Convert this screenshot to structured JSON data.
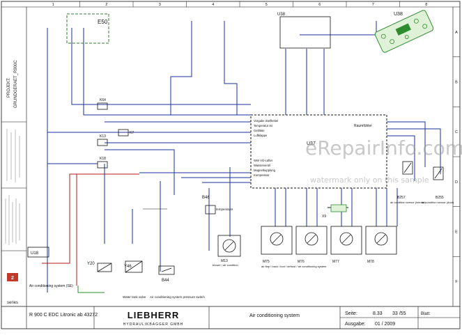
{
  "frame": {
    "columns": [
      "1",
      "2",
      "3",
      "4",
      "5",
      "6",
      "7",
      "8"
    ],
    "rows": [
      "A",
      "B",
      "C",
      "D",
      "E",
      "F"
    ]
  },
  "left_strip": {
    "project_label": "PROJEKT:",
    "project_value": "GRUNDGERAET_R900C",
    "series_label": "series"
  },
  "components": {
    "e50": "E50",
    "u38_box": "U38",
    "u38_ref": "U38",
    "u37": "U37",
    "u18": "U18",
    "raumfuehler": "Raumfühler",
    "k64": "K64",
    "k13": "K13",
    "k18": "K18",
    "k7": "K7",
    "b46": "B46",
    "x9": "X9",
    "y20": "Y20",
    "y46": "Y46",
    "b44": "B44",
    "m13": "M13",
    "m75": "M75",
    "m76": "M76",
    "m77": "M77",
    "m78": "M78",
    "b257": "B257",
    "b255": "B255"
  },
  "u37_inputs": [
    "Vorgabe Stellhebel",
    "Temperatur Ist",
    "Gebläse",
    "Luftklappe",
    "WW VO-Lüfter",
    "Wasserventil",
    "Magnetkupplung",
    "Kompressor"
  ],
  "captions": {
    "ac_system_left": "Air conditioning system (SE)",
    "water_tank": "Water tank valve",
    "pressure_switch": "Air conditioning system pressure switch",
    "m13_caption": "blower / air condition",
    "motors_caption": "air flap / back / foot / defrost / air conditioning system",
    "b257_caption": "air condition sensor (interior)",
    "b255_caption": "air condition sensor (duct)",
    "temp_caption": "temperature"
  },
  "title_block": {
    "model": "R 900 C EDC Litronic ab 43272",
    "brand": "LIEBHERR",
    "brand_sub": "HYDRAULIKBAGGER GMBH",
    "drawing_title": "Air conditioning system",
    "seite_label": "Seite:",
    "seite_value": "8.33",
    "seite_sep": "33 /55",
    "ausgabe_label": "Ausgabe:",
    "ausgabe_value": "01 / 2009",
    "blatt_label": "Blatt:"
  },
  "watermark": {
    "main": "eRepairInfo.com",
    "sub": "watermark only on this sample"
  },
  "colors": {
    "wire_blue": "#1a2f9e",
    "wire_red": "#b01818",
    "wire_green": "#2e8b2e",
    "box_dashed": "#2f7d2f",
    "ink": "#111111"
  }
}
